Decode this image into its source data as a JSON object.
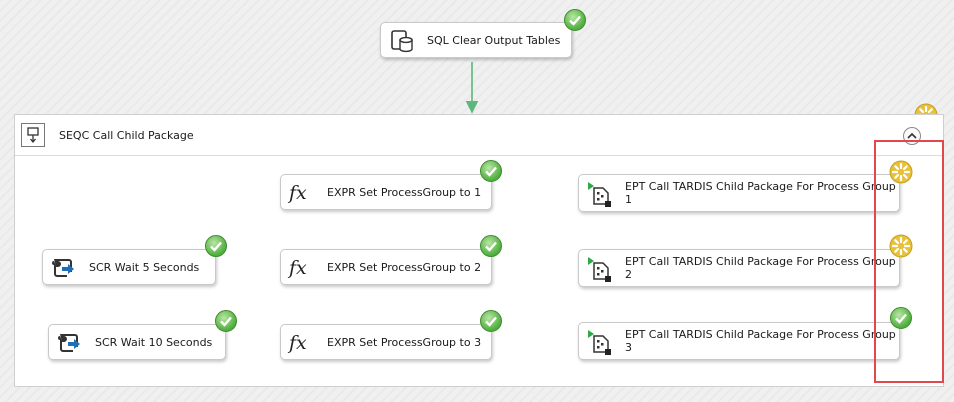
{
  "sql_task": {
    "label": "SQL Clear Output Tables",
    "status": "success"
  },
  "container": {
    "label": "SEQC Call Child Package",
    "status": "in-progress",
    "collapse_icon": "collapse-chevron-up-icon"
  },
  "rows": [
    {
      "script": null,
      "expr": {
        "label": "EXPR Set ProcessGroup to 1",
        "status": "success"
      },
      "ept": {
        "label_line1": "EPT Call TARDIS Child Package For Process Group",
        "label_line2": "1",
        "status": "in-progress"
      }
    },
    {
      "script": {
        "label": "SCR Wait 5 Seconds",
        "status": "success"
      },
      "expr": {
        "label": "EXPR Set ProcessGroup to 2",
        "status": "success"
      },
      "ept": {
        "label_line1": "EPT Call TARDIS Child Package For Process Group",
        "label_line2": "2",
        "status": "in-progress"
      }
    },
    {
      "script": {
        "label": "SCR Wait 10 Seconds",
        "status": "success"
      },
      "expr": {
        "label": "EXPR Set ProcessGroup to 3",
        "status": "success"
      },
      "ept": {
        "label_line1": "EPT Call TARDIS Child Package For Process Group",
        "label_line2": "3",
        "status": "success"
      }
    }
  ],
  "colors": {
    "connector": "#5cb87a",
    "highlight": "#e0484d",
    "success": "#4fae3d",
    "in_progress": "#e8c13a"
  }
}
